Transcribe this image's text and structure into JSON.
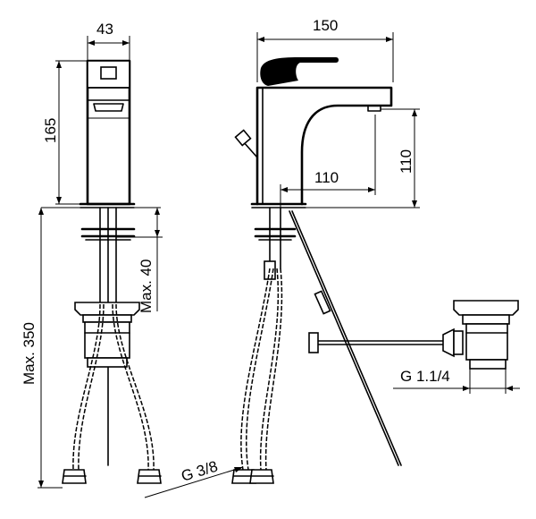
{
  "dimensions": {
    "front_width": "43",
    "front_height": "165",
    "below_counter_max": "Max. 350",
    "counter_thickness_max": "Max. 40",
    "side_width": "150",
    "spout_reach": "110",
    "spout_height": "110",
    "hose_thread": "G 3/8",
    "waste_thread": "G 1.1/4"
  }
}
